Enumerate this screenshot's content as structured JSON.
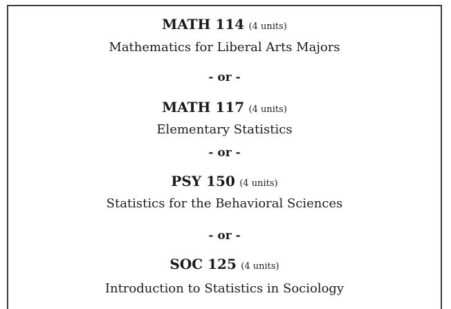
{
  "courses": [
    {
      "code": "MATH 114",
      "units": "(4 units)",
      "title": "Mathematics for Liberal Arts Majors"
    },
    {
      "code": "MATH 117",
      "units": "(4 units)",
      "title": "Elementary Statistics"
    },
    {
      "code": "PSY 150",
      "units": "(4 units)",
      "title": "Statistics for the Behavioral Sciences"
    },
    {
      "code": "SOC 125",
      "units": "(4 units)",
      "title": "Introduction to Statistics in Sociology"
    }
  ],
  "separator": "- or -"
}
